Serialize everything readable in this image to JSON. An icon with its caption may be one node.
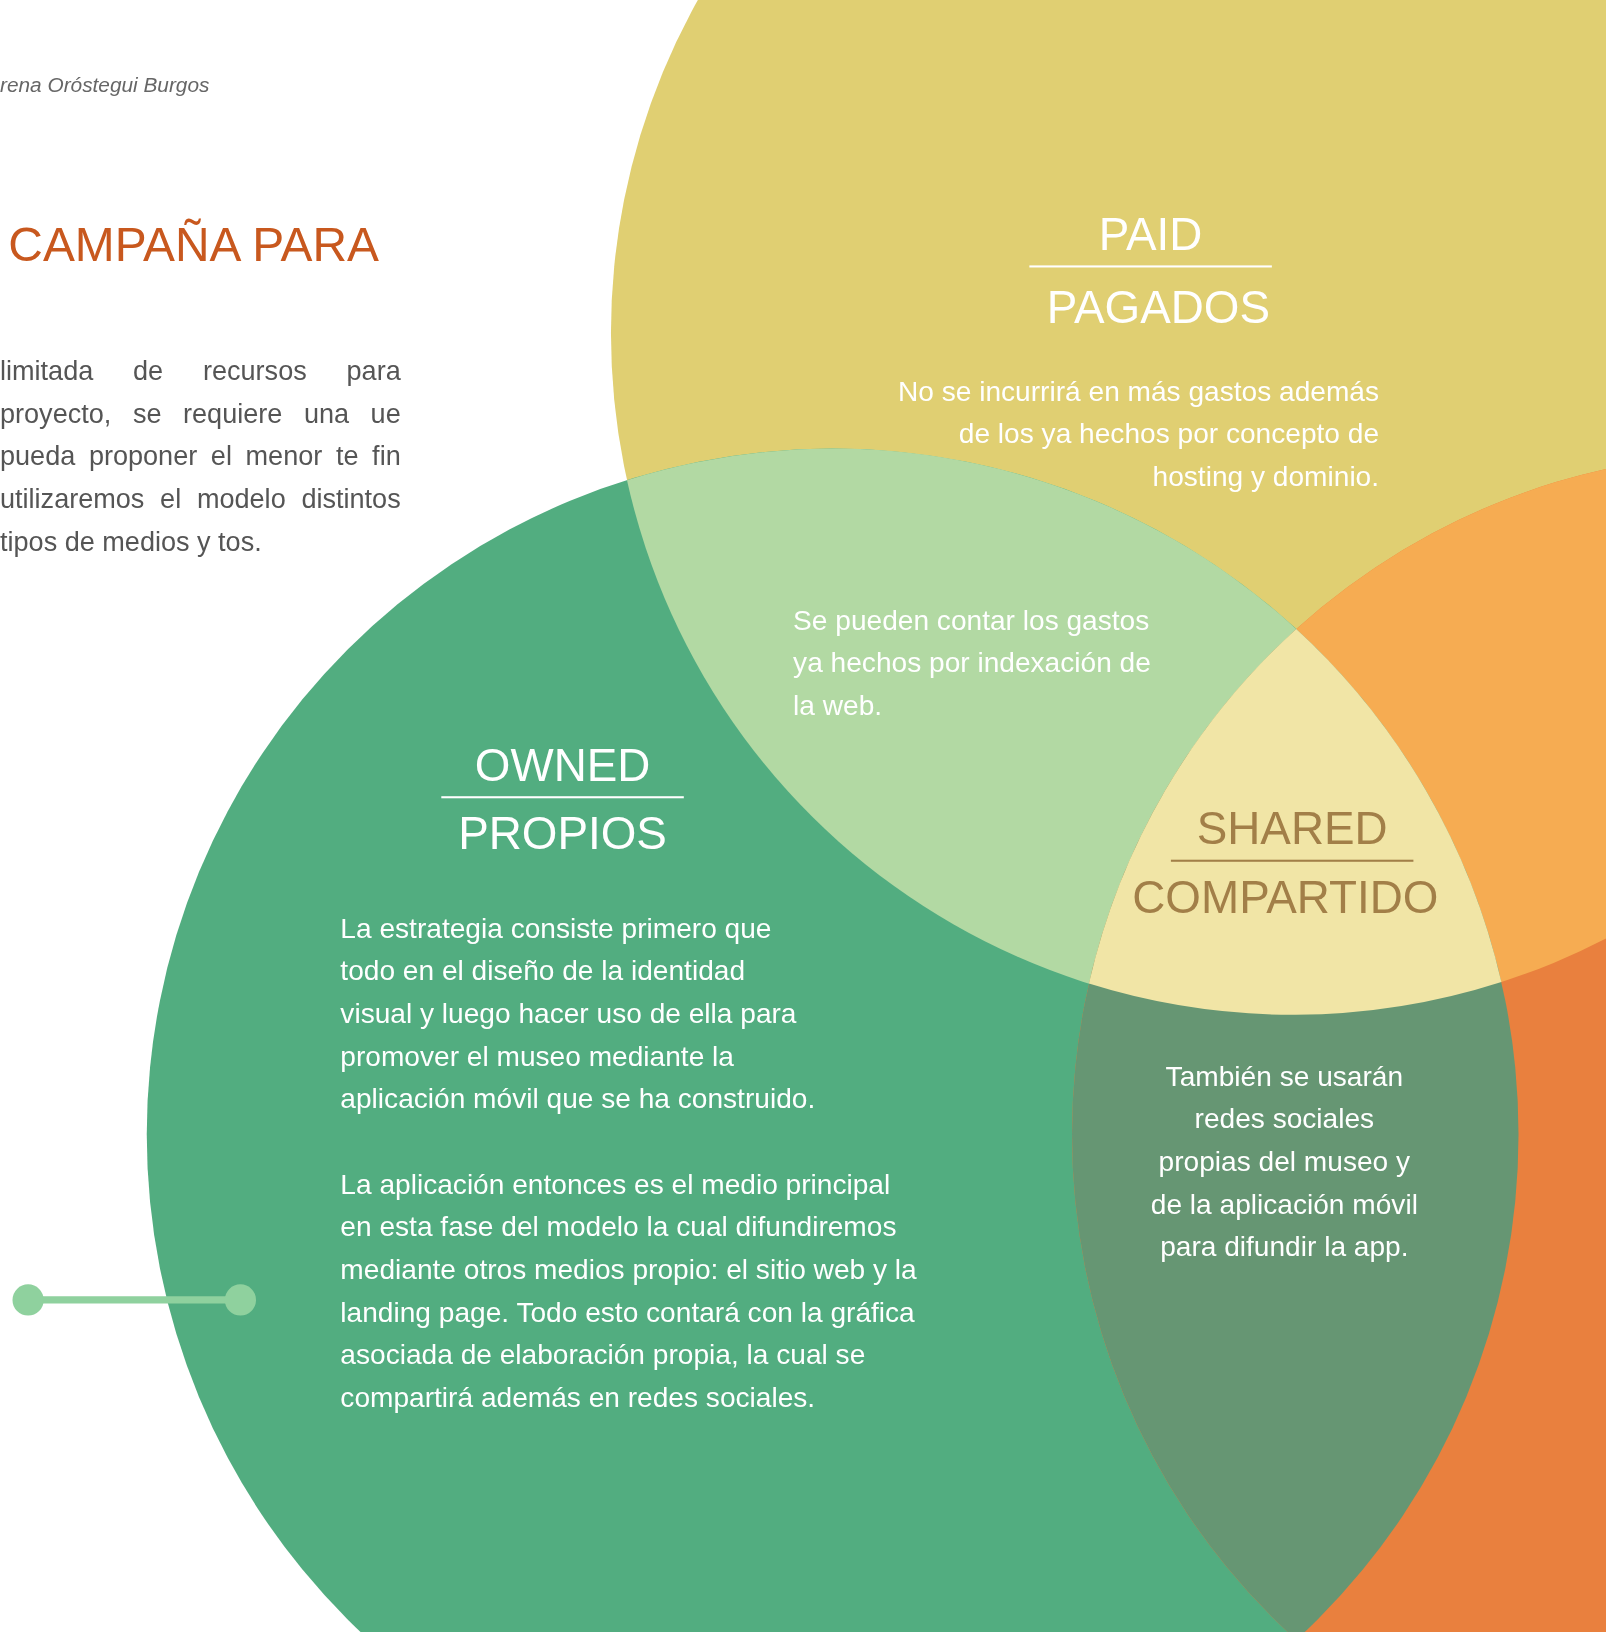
{
  "diagram": {
    "title": "CAMPAÑA PARA",
    "nodes": [
      {
        "text": [
          "PAID",
          "PAGADOS",
          "No se incurrirá en más gastos además de los ya hechos por concepto de hosting y dominio."
        ]
      },
      {
        "text": [
          "Se pueden contar los gastos ya hechos por indexación de la web."
        ]
      },
      {
        "text": [
          "OWNED",
          "PROPIOS",
          "La estrategia consiste primero que todo en el diseño de la identidad visual y luego hacer uso de ella para promover el museo mediante la aplicación móvil que se ha construido.",
          "La aplicación entonces es el medio principal en esta fase del modelo la cual difundiremos mediante otros medios propio: el sitio web y la landing page. Todo esto contará con la gráfica asociada de elaboración propia, la cual se compartirá además en redes sociales."
        ]
      },
      {
        "text": [
          "SHARED",
          "COMPARTIDO"
        ]
      },
      {
        "text": [
          "También se usarán redes sociales propias del museo y de la aplicación móvil para difundir la app."
        ]
      }
    ],
    "labels": [
      "rena Oróstegui Burgos",
      "limitada de recursos para proyecto, se requiere una ue pueda proponer el menor te fin utilizaremos el modelo distintos tipos de medios y tos."
    ]
  }
}
